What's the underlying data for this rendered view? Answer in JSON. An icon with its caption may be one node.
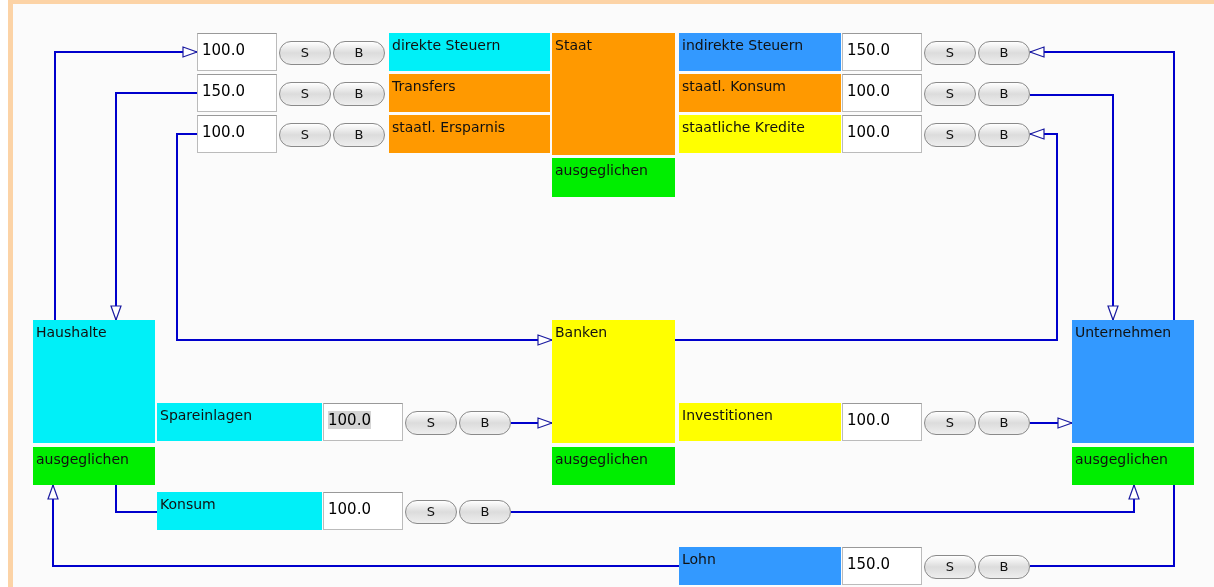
{
  "diagram": {
    "nodes": [
      {
        "text": [
          "100.0",
          "S",
          "B",
          "direkte Steuern"
        ]
      },
      {
        "text": [
          "Staat"
        ]
      },
      {
        "text": [
          "indirekte Steuern",
          "150.0",
          "S",
          "B"
        ]
      },
      {
        "text": [
          "150.0",
          "S",
          "B",
          "Transfers"
        ]
      },
      {
        "text": [
          "staatl. Konsum",
          "100.0",
          "S",
          "B"
        ]
      },
      {
        "text": [
          "100.0",
          "S",
          "B",
          "staatl. Ersparnis"
        ]
      },
      {
        "text": [
          "staatliche Kredite",
          "100.0",
          "S",
          "B"
        ]
      },
      {
        "text": [
          "ausgeglichen"
        ]
      },
      {
        "text": [
          "Haushalte"
        ]
      },
      {
        "text": [
          "Banken"
        ]
      },
      {
        "text": [
          "Unternehmen"
        ]
      },
      {
        "text": [
          "Spareinlagen",
          "100.0",
          "S",
          "B"
        ]
      },
      {
        "text": [
          "Investitionen",
          "100.0",
          "S",
          "B"
        ]
      },
      {
        "text": [
          "ausgeglichen"
        ]
      },
      {
        "text": [
          "ausgeglichen"
        ]
      },
      {
        "text": [
          "ausgeglichen"
        ]
      },
      {
        "text": [
          "Konsum",
          "100.0",
          "S",
          "B"
        ]
      },
      {
        "text": [
          "Lohn",
          "150.0",
          "S",
          "B"
        ]
      }
    ],
    "edges": [
      {
        "from": 8,
        "to": 0,
        "arrow": "to"
      },
      {
        "from": 3,
        "to": 8,
        "arrow": "to"
      },
      {
        "from": 5,
        "to": 9,
        "arrow": "to"
      },
      {
        "from": 10,
        "to": 2,
        "arrow": "to"
      },
      {
        "from": 4,
        "to": 10,
        "arrow": "to"
      },
      {
        "from": 9,
        "to": 6,
        "arrow": "to"
      },
      {
        "from": 11,
        "to": 9,
        "arrow": "to"
      },
      {
        "from": 12,
        "to": 10,
        "arrow": "to"
      },
      {
        "from": 13,
        "to": 16,
        "arrow": "none"
      },
      {
        "from": 16,
        "to": 15,
        "arrow": "to"
      },
      {
        "from": 15,
        "to": 17,
        "arrow": "none"
      },
      {
        "from": 17,
        "to": 13,
        "arrow": "to"
      }
    ]
  }
}
